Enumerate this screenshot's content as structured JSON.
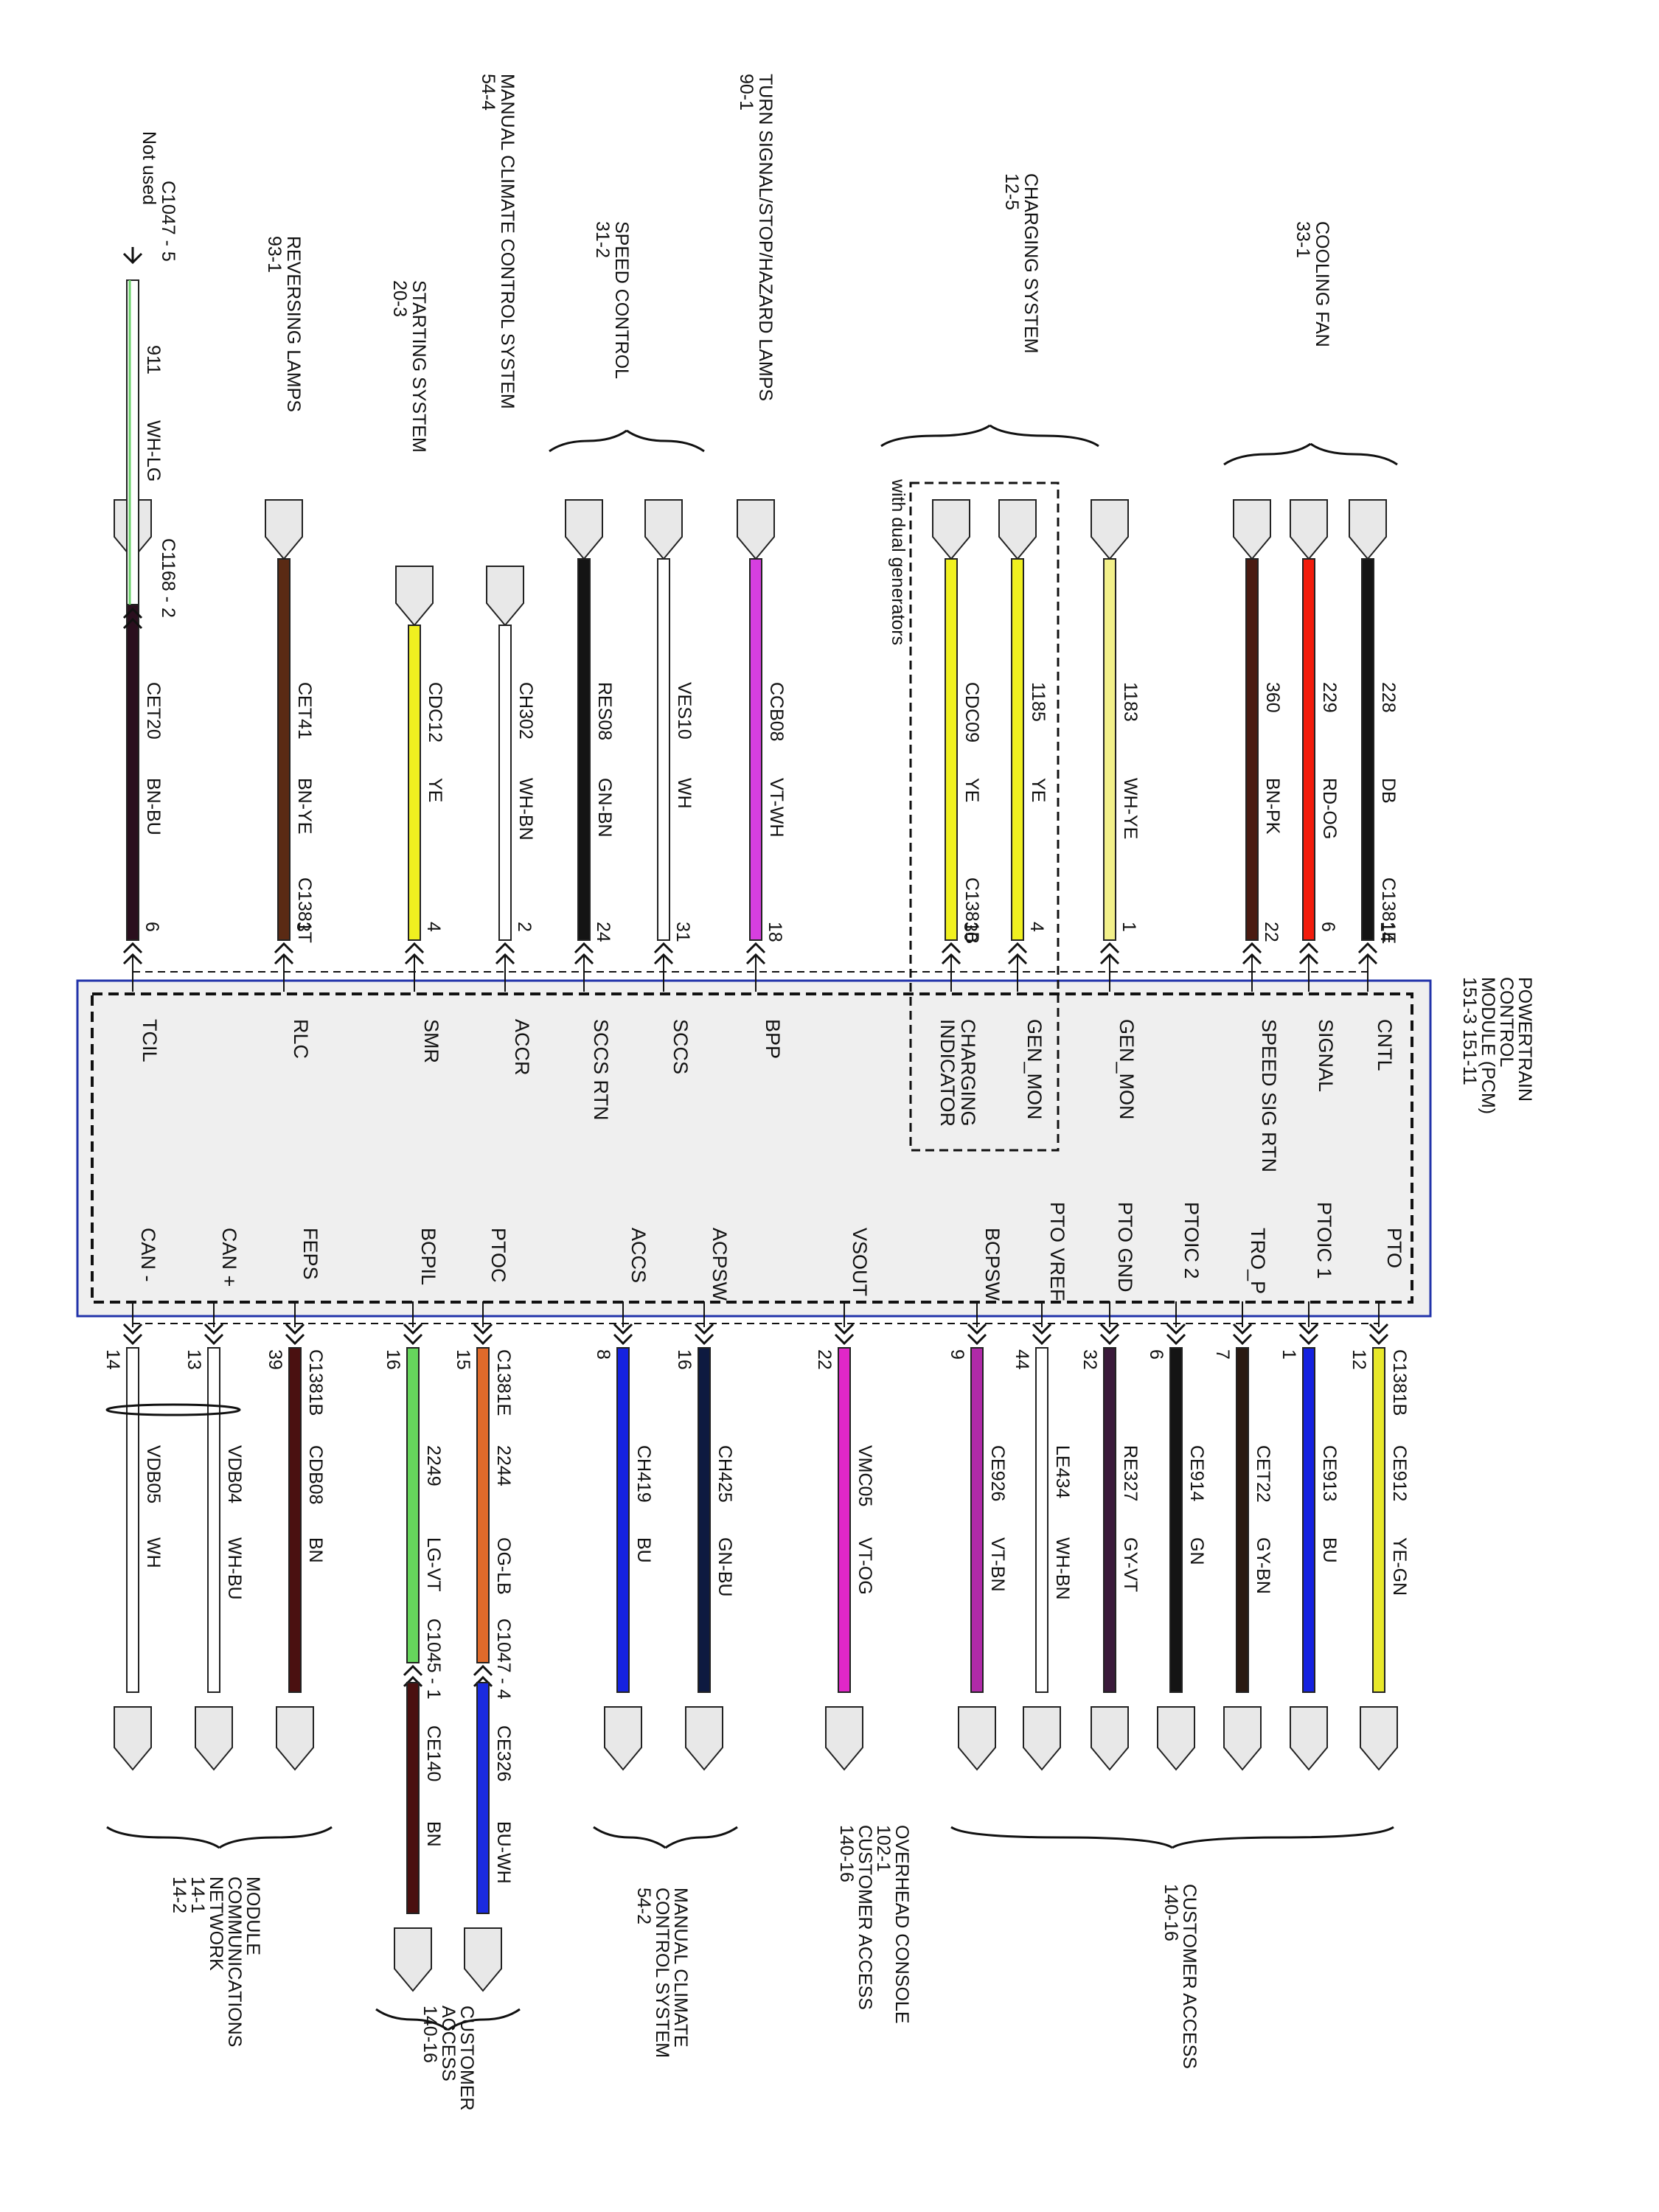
{
  "pcm": {
    "title": [
      "POWERTRAIN",
      "CONTROL",
      "MODULE (PCM)",
      "151-3     151-11"
    ],
    "dual_gen_note": "with dual generators"
  },
  "top_groups": [
    {
      "lines": [
        "COOLING FAN",
        "33-1"
      ]
    },
    {
      "lines": [
        "CHARGING SYSTEM",
        "12-5"
      ]
    },
    {
      "lines": [
        "TURN SIGNAL/STOP/HAZARD LAMPS",
        "90-1"
      ]
    },
    {
      "lines": [
        "SPEED CONTROL",
        "31-2"
      ]
    },
    {
      "lines": [
        "MANUAL CLIMATE CONTROL SYSTEM",
        "54-4"
      ]
    },
    {
      "lines": [
        "STARTING SYSTEM",
        "20-3"
      ]
    },
    {
      "lines": [
        "REVERSING LAMPS",
        "93-1"
      ]
    }
  ],
  "bottom_groups": [
    {
      "lines": [
        "CUSTOMER ACCESS",
        "140-16"
      ]
    },
    {
      "lines": [
        "OVERHEAD CONSOLE",
        "102-1",
        "CUSTOMER ACCESS",
        "140-16"
      ]
    },
    {
      "lines": [
        "MANUAL CLIMATE",
        "CONTROL SYSTEM",
        "54-2"
      ]
    },
    {
      "lines": [
        "CUSTOMER",
        "ACCESS",
        "140-16"
      ]
    },
    {
      "lines": [
        "MODULE",
        "COMMUNICATIONS",
        "NETWORK",
        "14-1",
        "14-2"
      ]
    }
  ],
  "top_wires": [
    {
      "circuit": "228",
      "color_code": "DB",
      "connector": "C1381E",
      "pin": "14",
      "signal": "CNTL",
      "color": "#141414"
    },
    {
      "circuit": "229",
      "color_code": "RD-OG",
      "connector": "",
      "pin": "6",
      "signal": "SIGNAL",
      "color": "#f21c0c"
    },
    {
      "circuit": "360",
      "color_code": "BN-PK",
      "connector": "",
      "pin": "22",
      "signal": "SPEED SIG RTN",
      "color": "#4a1b12"
    },
    {
      "circuit": "1183",
      "color_code": "WH-YE",
      "connector": "",
      "pin": "1",
      "signal": "GEN_MON",
      "color": "#f2f08a"
    },
    {
      "circuit": "1185",
      "color_code": "YE",
      "connector": "",
      "pin": "4",
      "signal": "GEN_MON",
      "color": "#f0f020"
    },
    {
      "circuit": "CDC09",
      "color_code": "YE",
      "connector": "C1381B",
      "pin": "30",
      "signal": "CHARGING INDICATOR",
      "color": "#f0f020"
    },
    {
      "circuit": "CCB08",
      "color_code": "VT-WH",
      "connector": "",
      "pin": "18",
      "signal": "BPP",
      "color": "#d63fe0"
    },
    {
      "circuit": "VES10",
      "color_code": "WH",
      "connector": "",
      "pin": "31",
      "signal": "SCCS",
      "color": "#ffffff"
    },
    {
      "circuit": "RES08",
      "color_code": "GN-BN",
      "connector": "",
      "pin": "24",
      "signal": "SCCS RTN",
      "color": "#141414"
    },
    {
      "circuit": "CH302",
      "color_code": "WH-BN",
      "connector": "",
      "pin": "2",
      "signal": "ACCR",
      "color": "#ffffff"
    },
    {
      "circuit": "CDC12",
      "color_code": "YE",
      "connector": "",
      "pin": "4",
      "signal": "SMR",
      "color": "#f0f020"
    },
    {
      "circuit": "CET41",
      "color_code": "BN-YE",
      "connector": "C1381T",
      "pin": "3",
      "signal": "RLC",
      "color": "#5a2a14"
    },
    {
      "circuit": "CET20",
      "color_code": "BN-BU",
      "connector": "",
      "pin": "6",
      "signal": "TCIL",
      "color": "#2a0f1e"
    }
  ],
  "c1047_5": {
    "connector": "C1047 - 5",
    "note": "Not used",
    "circuit": "911",
    "color_code": "WH-LG",
    "inline": "C1168 - 2"
  },
  "bottom_wires": [
    {
      "signal": "PTO",
      "pin": "12",
      "connector": "C1381B",
      "circuit": "CE912",
      "color_code": "YE-GN",
      "color": "#e8e82a"
    },
    {
      "signal": "PTOIC 1",
      "pin": "1",
      "connector": "",
      "circuit": "CE913",
      "color_code": "BU",
      "color": "#1522e0"
    },
    {
      "signal": "TRO_P",
      "pin": "7",
      "connector": "",
      "circuit": "CET22",
      "color_code": "GY-BN",
      "color": "#2a1a12"
    },
    {
      "signal": "PTOIC 2",
      "pin": "6",
      "connector": "",
      "circuit": "CE914",
      "color_code": "GN",
      "color": "#141414"
    },
    {
      "signal": "PTO GND",
      "pin": "32",
      "connector": "",
      "circuit": "RE327",
      "color_code": "GY-VT",
      "color": "#3a1a3a"
    },
    {
      "signal": "PTO VREF",
      "pin": "44",
      "connector": "",
      "circuit": "LE434",
      "color_code": "WH-BN",
      "color": "#ffffff"
    },
    {
      "signal": "BCPSW",
      "pin": "9",
      "connector": "",
      "circuit": "CE926",
      "color_code": "VT-BN",
      "color": "#b02aa8"
    },
    {
      "signal": "VSOUT",
      "pin": "22",
      "connector": "",
      "circuit": "VMC05",
      "color_code": "VT-OG",
      "color": "#e027c8"
    },
    {
      "signal": "ACPSW",
      "pin": "16",
      "connector": "",
      "circuit": "CH425",
      "color_code": "GN-BU",
      "color": "#0e1a40"
    },
    {
      "signal": "ACCS",
      "pin": "8",
      "connector": "",
      "circuit": "CH419",
      "color_code": "BU",
      "color": "#1522e0"
    },
    {
      "signal": "PTOC",
      "pin": "15",
      "connector": "C1381E",
      "circuit": "2244",
      "color_code": "OG-LB",
      "color": "#e06a2a"
    },
    {
      "signal": "BCPIL",
      "pin": "16",
      "connector": "",
      "circuit": "2249",
      "color_code": "LG-VT",
      "color": "#66d65c"
    },
    {
      "signal": "FEPS",
      "pin": "39",
      "connector": "C1381B",
      "circuit": "CDB08",
      "color_code": "BN",
      "color": "#4a1010"
    },
    {
      "signal": "CAN +",
      "pin": "13",
      "connector": "",
      "circuit": "VDB04",
      "color_code": "WH-BU",
      "color": "#ffffff"
    },
    {
      "signal": "CAN -",
      "pin": "14",
      "connector": "",
      "circuit": "VDB05",
      "color_code": "WH",
      "color": "#ffffff"
    }
  ],
  "splice_wires": [
    {
      "connector": "C1047 - 4",
      "circuit": "CE326",
      "color_code": "BU-WH",
      "color": "#1a2ae0"
    },
    {
      "connector": "C1045 - 1",
      "circuit": "CE140",
      "color_code": "BN",
      "color": "#4a1010"
    }
  ]
}
